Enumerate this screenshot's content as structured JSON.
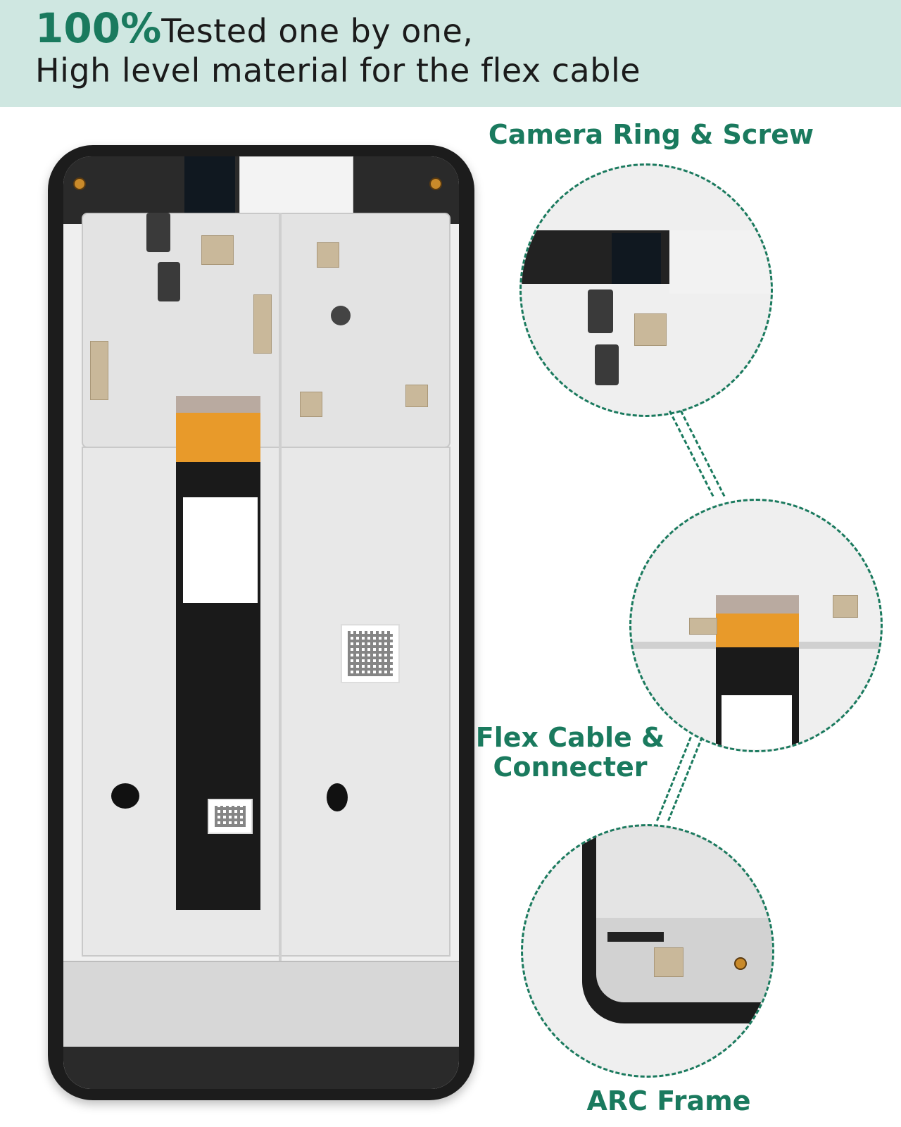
{
  "header": {
    "headline_strong": "100%",
    "headline_rest": "Tested one by one,",
    "headline_line2": "High level material for the flex cable"
  },
  "callouts": {
    "camera": "Camera Ring & Screw",
    "flex_line1": "Flex Cable &",
    "flex_line2": "Connecter",
    "arc": "ARC Frame"
  },
  "colors": {
    "accent": "#1a7a5e",
    "banner": "#cfe7e1",
    "frame": "#1c1c1c"
  }
}
